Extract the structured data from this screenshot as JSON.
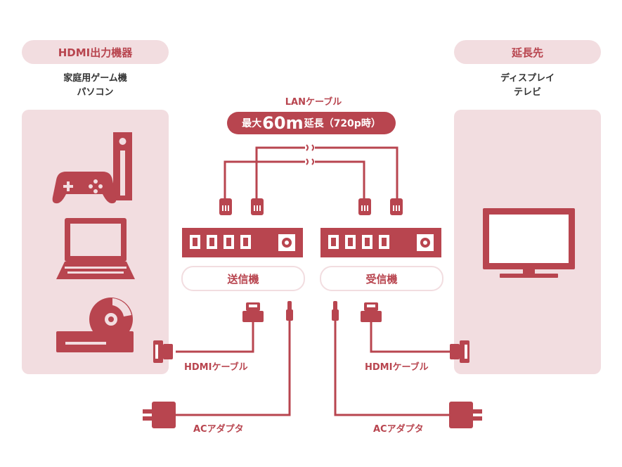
{
  "left": {
    "title": "HDMI出力機器",
    "subtitle_line1": "家庭用ゲーム機",
    "subtitle_line2": "パソコン"
  },
  "right": {
    "title": "延長先",
    "subtitle_line1": "ディスプレイ",
    "subtitle_line2": "テレビ"
  },
  "lan": {
    "label": "LANケーブル",
    "badge_prefix": "最大",
    "badge_value": "60m",
    "badge_suffix": "延長（720p時）"
  },
  "devices": {
    "transmitter": "送信機",
    "receiver": "受信機"
  },
  "cables": {
    "hdmi_left": "HDMIケーブル",
    "hdmi_right": "HDMIケーブル",
    "ac_left": "ACアダプタ",
    "ac_right": "ACアダプタ"
  },
  "colors": {
    "accent": "#b8454f",
    "panel": "#f2dde0"
  }
}
